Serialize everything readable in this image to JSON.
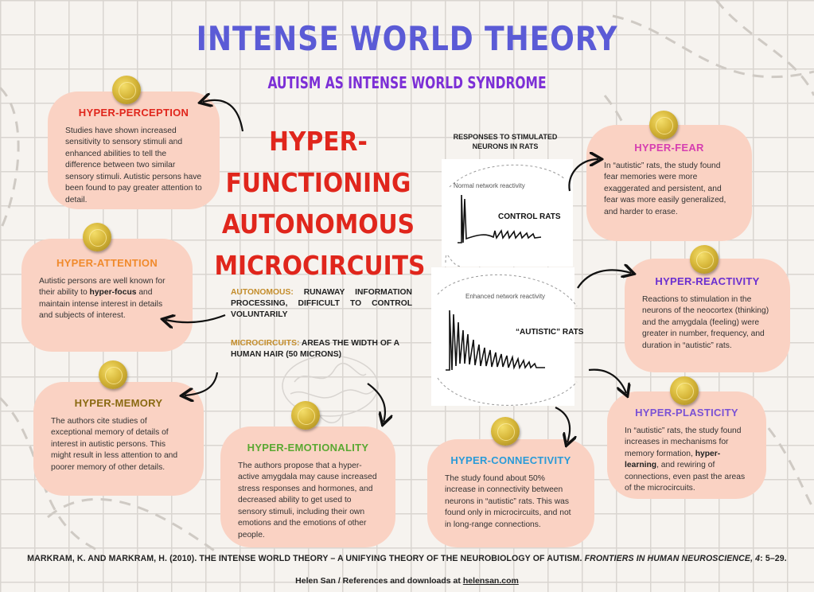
{
  "title": "INTENSE WORLD THEORY",
  "subtitle": "AUTISM  AS INTENSE WORLD SYNDROME",
  "central": {
    "lines": [
      "HYPER-",
      "FUNCTIONING",
      "AUTONOMOUS",
      "MICROCIRCUITS"
    ]
  },
  "definitions": {
    "autonomous_term": "AUTONOMOUS:",
    "autonomous_text": "RUNAWAY INFORMATION PROCESSING, DIFFICULT TO CONTROL VOLUNTARILY",
    "microcircuits_term": "MICROCIRCUITS:",
    "microcircuits_text": "AREAS THE WIDTH OF A HUMAN HAIR (50 MICRONS)"
  },
  "graph": {
    "title": "RESPONSES TO STIMULATED NEURONS IN RATS",
    "normal_caption": "Normal network reactivity",
    "normal_label": "CONTROL RATS",
    "enhanced_caption": "Enhanced network reactivity",
    "enhanced_label": "“AUTISTIC” RATS"
  },
  "cards": {
    "perception": {
      "title": "HYPER-PERCEPTION",
      "color": "#e0261c",
      "text": "Studies have shown increased sensitivity to sensory stimuli and enhanced abilities to tell the difference between two similar sensory stimuli. Autistic persons have been found to pay greater attention to detail."
    },
    "attention": {
      "title": "HYPER-ATTENTION",
      "color": "#f08a2c",
      "pre": "Autistic persons are well known for their ability to ",
      "bold": "hyper-focus",
      "post": " and maintain intense interest in details and subjects of interest."
    },
    "memory": {
      "title": "HYPER-MEMORY",
      "color": "#8a6a12",
      "text": "The authors cite studies of exceptional memory of details of interest in autistic persons.  This might result in less attention to and poorer memory of other details."
    },
    "emotionality": {
      "title": "HYPER-EMOTIONALITY",
      "color": "#5aa832",
      "text": "The authors  propose that a hyper-active amygdala may cause increased stress responses and hormones, and decreased ability to get used to sensory stimuli, including their own emotions and the emotions of other people."
    },
    "connectivity": {
      "title": "HYPER-CONNECTIVITY",
      "color": "#2a9bd8",
      "text": "The study found about 50% increase in connectivity between neurons in “autistic” rats.  This was found only in microcircuits, and not in long-range connections."
    },
    "plasticity": {
      "title": "HYPER-PLASTICITY",
      "color": "#7b52d4",
      "pre": "In “autistic” rats, the study found increases in mechanisms for memory formation, ",
      "bold": "hyper-learning",
      "post": ", and rewiring of connections, even past the areas of the microcircuits."
    },
    "reactivity": {
      "title": "HYPER-REACTIVITY",
      "color": "#6a2fd0",
      "text": "Reactions to stimulation in the neurons of the neocortex  (thinking) and the amygdala (feeling) were greater in number, frequency, and duration in “autistic” rats."
    },
    "fear": {
      "title": "HYPER-FEAR",
      "color": "#d63fb0",
      "text": "In “autistic” rats, the study found fear memories were more  exaggerated and persistent, and fear was more easily generalized, and harder to erase."
    }
  },
  "reference": {
    "text": "MARKRAM, K. AND MARKRAM, H.  (2010).  THE INTENSE WORLD THEORY – A UNIFYING THEORY OF THE NEUROBIOLOGY OF AUTISM.  ",
    "journal": "FRONTIERS IN HUMAN NEUROSCIENCE, 4",
    "pages": ": 5–29."
  },
  "footer": {
    "text": "Helen San  / References and downloads at ",
    "link": "helensan.com"
  }
}
